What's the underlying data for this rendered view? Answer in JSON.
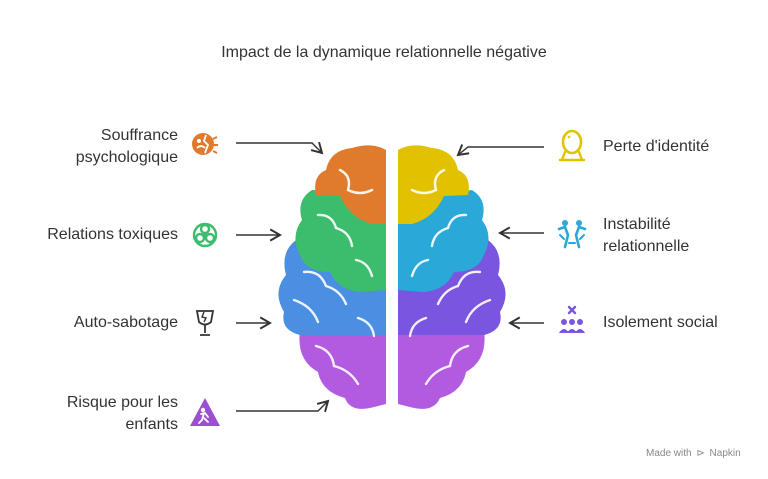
{
  "title": "Impact de la dynamique relationnelle négative",
  "left_items": [
    {
      "label_lines": [
        "Souffrance",
        "psychologique"
      ],
      "icon": "broken-mask-icon",
      "color": "#e07b2e"
    },
    {
      "label_lines": [
        "Relations toxiques"
      ],
      "icon": "biohazard-icon",
      "color": "#3cbd6e"
    },
    {
      "label_lines": [
        "Auto-sabotage"
      ],
      "icon": "broken-glass-icon",
      "color": "#333333"
    },
    {
      "label_lines": [
        "Risque pour les",
        "enfants"
      ],
      "icon": "warning-child-icon",
      "color": "#9b4fd1"
    }
  ],
  "right_items": [
    {
      "label_lines": [
        "Perte d'identité"
      ],
      "icon": "mirror-icon",
      "color": "#e2c200"
    },
    {
      "label_lines": [
        "Instabilité",
        "relationnelle"
      ],
      "icon": "unstable-figures-icon",
      "color": "#2aa8d8"
    },
    {
      "label_lines": [
        "Isolement social"
      ],
      "icon": "isolated-group-icon",
      "color": "#7a55e0"
    }
  ],
  "brain_colors": {
    "orange": "#e07b2e",
    "green": "#3cbd6e",
    "blue": "#4a8fe2",
    "purple": "#b35be0",
    "yellow": "#e2c200",
    "cyan": "#2aa8d8",
    "violet": "#7a55e0"
  },
  "footer": {
    "made_with": "Made with",
    "brand": "Napkin"
  }
}
